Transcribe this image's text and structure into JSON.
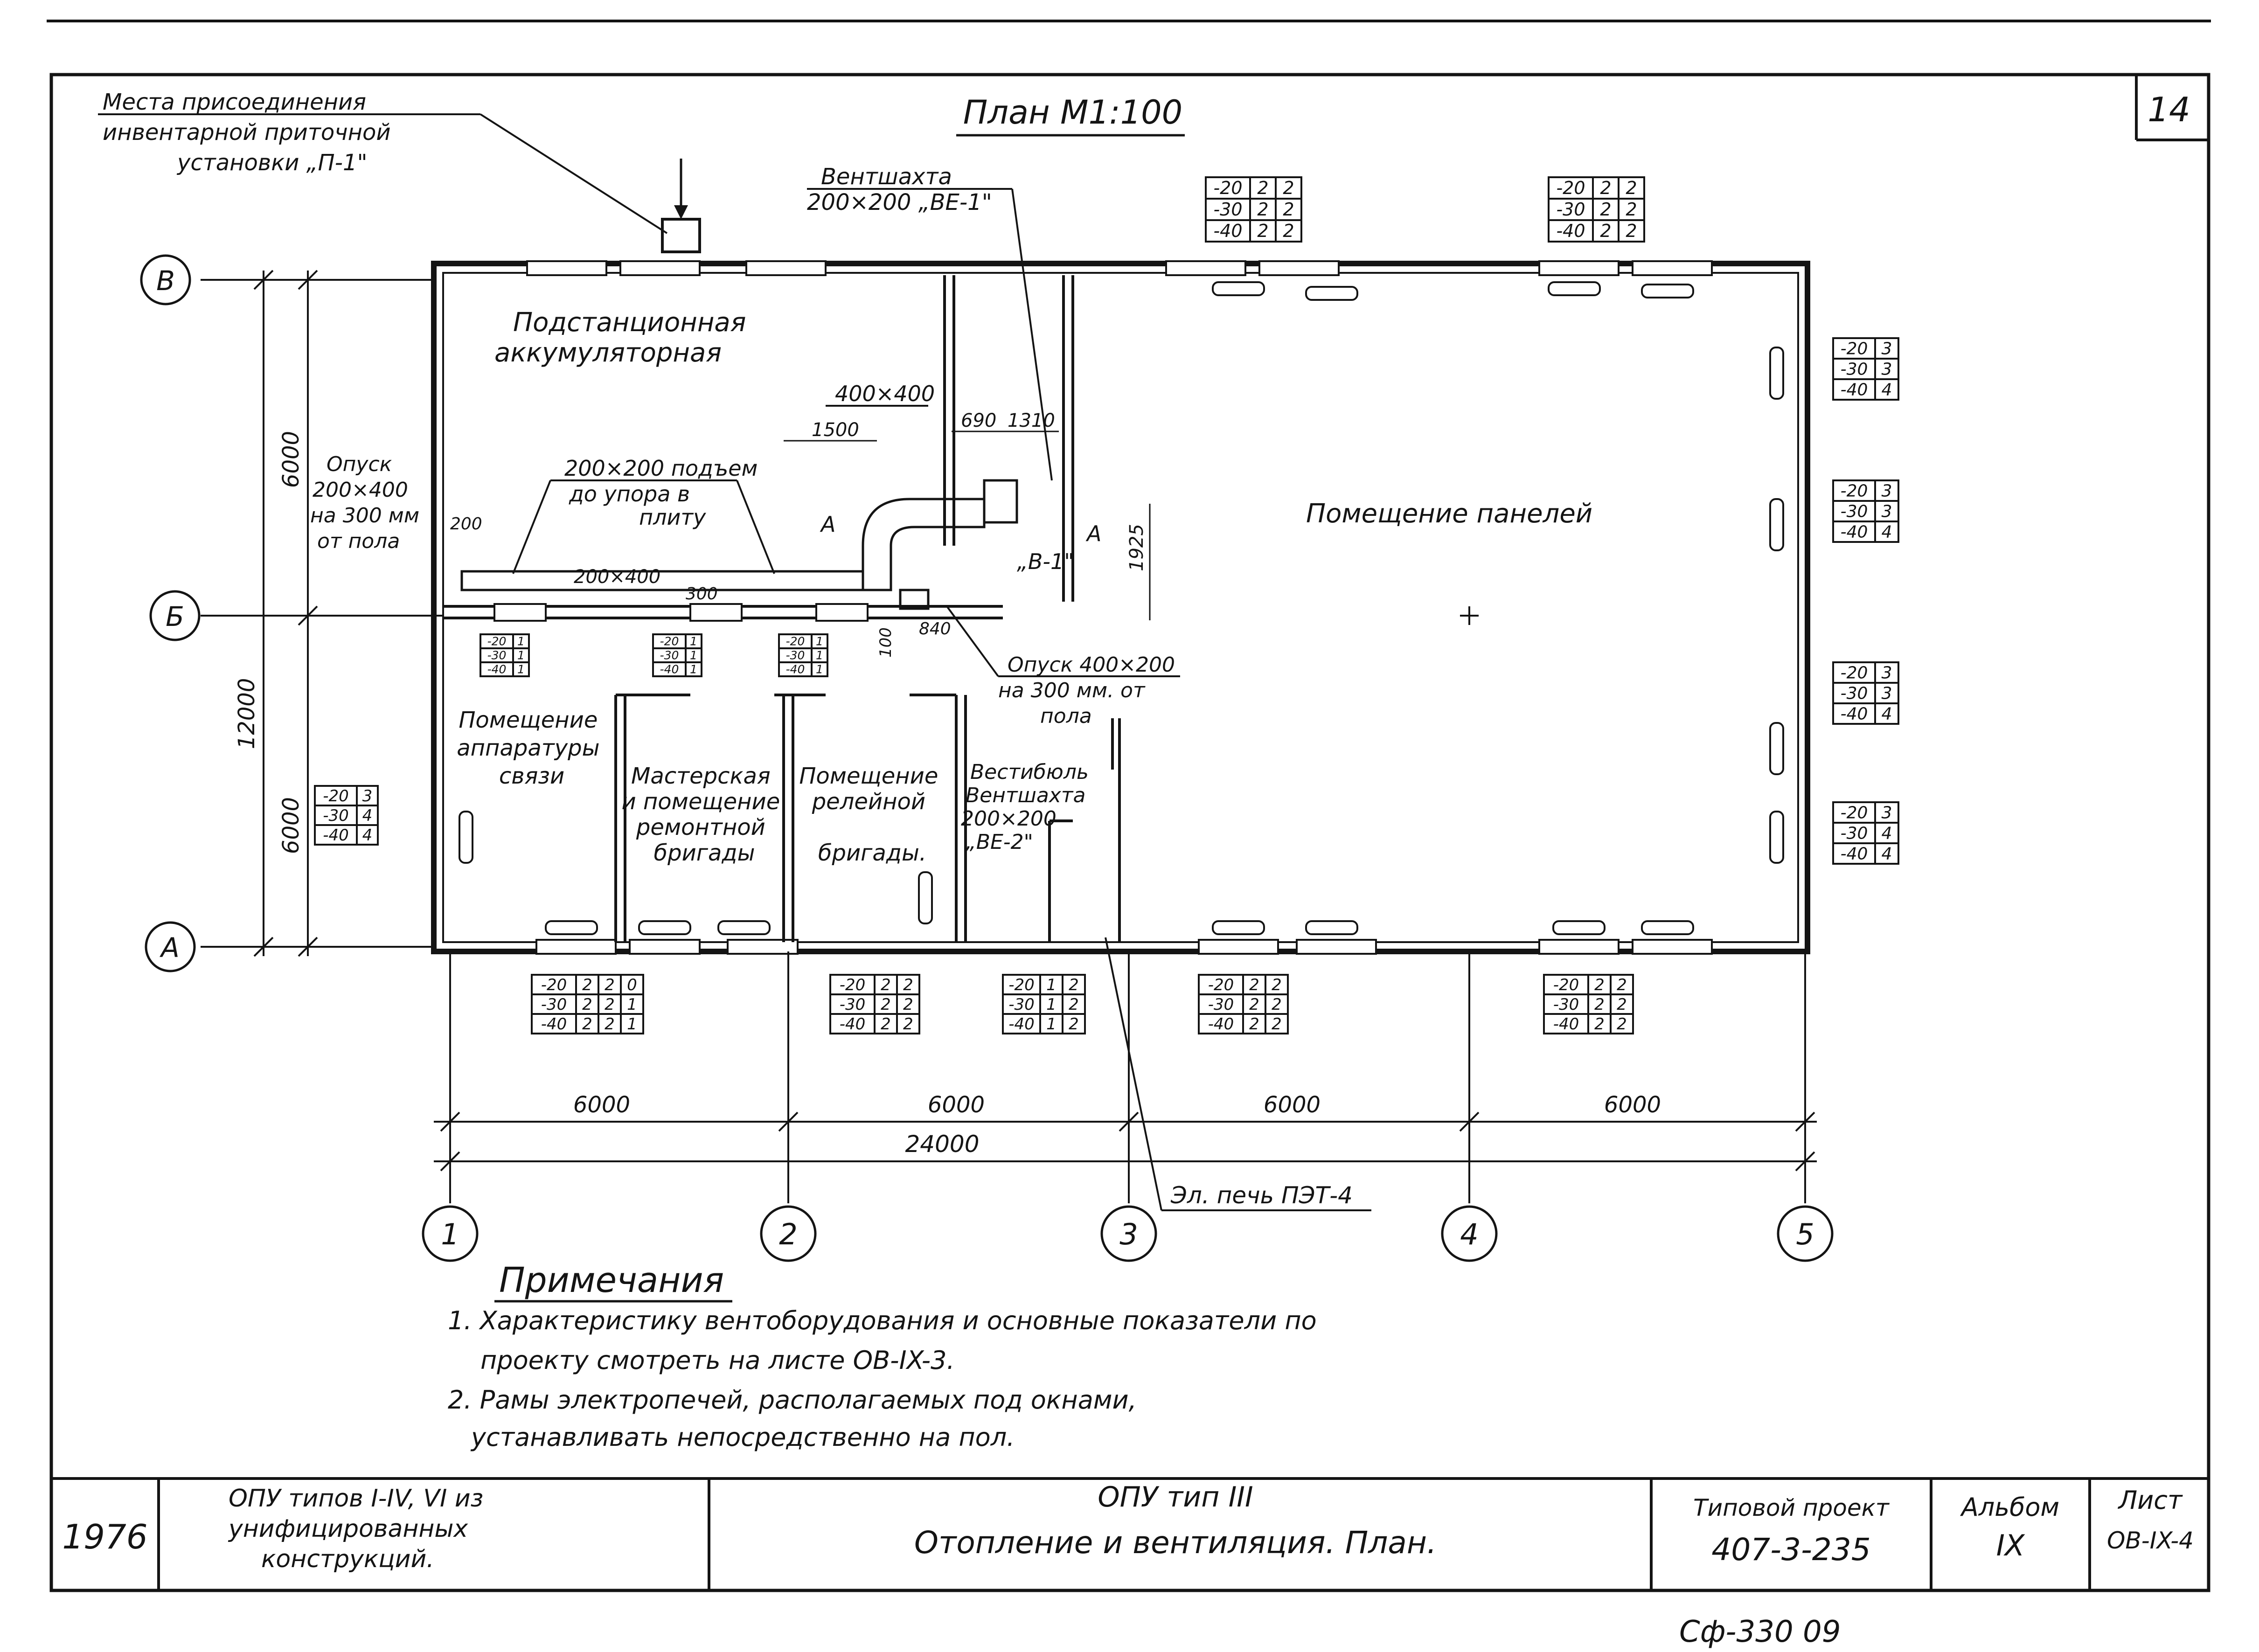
{
  "sheet_number": "14",
  "plan_title": "План М1:100",
  "attachment_note": [
    "Места присоединения",
    "инвентарной приточной",
    "установки „П-1\""
  ],
  "shaft_ve1": [
    "Вентшахта",
    "200×200 „ВЕ-1\""
  ],
  "axes": {
    "rows": [
      "В",
      "Б",
      "А"
    ],
    "columns": [
      "1",
      "2",
      "3",
      "4",
      "5"
    ]
  },
  "rooms": {
    "battery": [
      "Подстанционная",
      "аккумуляторная"
    ],
    "panels": "Помещение панелей",
    "comm": [
      "Помещение",
      "аппаратуры",
      "связи"
    ],
    "workshop": [
      "Мастерская",
      "и помещение",
      "ремонтной",
      "бригады"
    ],
    "relay": [
      "Помещение",
      "релейной",
      "бригады."
    ],
    "vestibule": [
      "Вестибюль",
      "Вентшахта",
      "200×200",
      "„ВЕ-2\""
    ]
  },
  "duct_labels": {
    "descent_left": [
      "Опуск",
      "200×400",
      "на 300 мм",
      "от пола"
    ],
    "riser": [
      "200×200 подъем",
      "до упора в",
      "плиту"
    ],
    "duct_main": "200×400",
    "duct_400": "400×400",
    "descent_right": [
      "Опуск 400×200",
      "на 300 мм. от",
      "пола"
    ],
    "v1": "„В-1\"",
    "section_mark": "А",
    "oven": "Эл. печь ПЭТ-4"
  },
  "dims": {
    "total_vertical": "12000",
    "half_vertical_top": "6000",
    "half_vertical_bottom": "6000",
    "bays": [
      "6000",
      "6000",
      "6000",
      "6000"
    ],
    "total": "24000",
    "d1500": "1500",
    "d690": "690",
    "d1310": "1310",
    "d1925": "1925",
    "d200": "200",
    "d300": "300",
    "d100": "100",
    "d840": "840"
  },
  "heater_tables": [
    {
      "rows": [
        [
          "-20",
          "2",
          "2"
        ],
        [
          "-30",
          "2",
          "2"
        ],
        [
          "-40",
          "2",
          "2"
        ]
      ]
    },
    {
      "rows": [
        [
          "-20",
          "2",
          "2"
        ],
        [
          "-30",
          "2",
          "2"
        ],
        [
          "-40",
          "2",
          "2"
        ]
      ]
    },
    {
      "rows": [
        [
          "-20",
          "3"
        ],
        [
          "-30",
          "3"
        ],
        [
          "-40",
          "4"
        ]
      ]
    },
    {
      "rows": [
        [
          "-20",
          "3"
        ],
        [
          "-30",
          "3"
        ],
        [
          "-40",
          "4"
        ]
      ]
    },
    {
      "rows": [
        [
          "-20",
          "3"
        ],
        [
          "-30",
          "3"
        ],
        [
          "-40",
          "4"
        ]
      ]
    },
    {
      "rows": [
        [
          "-20",
          "3"
        ],
        [
          "-30",
          "4"
        ],
        [
          "-40",
          "4"
        ]
      ]
    },
    {
      "rows": [
        [
          "-20",
          "3"
        ],
        [
          "-30",
          "4"
        ],
        [
          "-40",
          "4"
        ]
      ]
    },
    {
      "rows": [
        [
          "-20",
          "1"
        ],
        [
          "-30",
          "1"
        ],
        [
          "-40",
          "1"
        ]
      ]
    },
    {
      "rows": [
        [
          "-20",
          "1"
        ],
        [
          "-30",
          "1"
        ],
        [
          "-40",
          "1"
        ]
      ]
    },
    {
      "rows": [
        [
          "-20",
          "1"
        ],
        [
          "-30",
          "1"
        ],
        [
          "-40",
          "1"
        ]
      ]
    },
    {
      "rows": [
        [
          "-20",
          "2",
          "2",
          "0"
        ],
        [
          "-30",
          "2",
          "2",
          "1"
        ],
        [
          "-40",
          "2",
          "2",
          "1"
        ]
      ]
    },
    {
      "rows": [
        [
          "-20",
          "2",
          "2"
        ],
        [
          "-30",
          "2",
          "2"
        ],
        [
          "-40",
          "2",
          "2"
        ]
      ]
    },
    {
      "rows": [
        [
          "-20",
          "1",
          "2"
        ],
        [
          "-30",
          "1",
          "2"
        ],
        [
          "-40",
          "1",
          "2"
        ]
      ]
    },
    {
      "rows": [
        [
          "-20",
          "2",
          "2"
        ],
        [
          "-30",
          "2",
          "2"
        ],
        [
          "-40",
          "2",
          "2"
        ]
      ]
    },
    {
      "rows": [
        [
          "-20",
          "2",
          "2"
        ],
        [
          "-30",
          "2",
          "2"
        ],
        [
          "-40",
          "2",
          "2"
        ]
      ]
    }
  ],
  "notes": {
    "heading": "Примечания",
    "lines": [
      "1. Характеристику вентоборудования и основные показатели по",
      "проекту смотреть на листе ОВ-IX-3.",
      "2. Рамы электропечей, располагаемых под окнами,",
      "устанавливать непосредственно на пол."
    ]
  },
  "title_block": {
    "year": "1976",
    "series": [
      "ОПУ типов I-IV, VI из",
      "унифицированных",
      "конструкций."
    ],
    "type": "ОПУ тип III",
    "sheet_title": "Отопление и вентиляция. План.",
    "project_label": "Типовой проект",
    "project_no": "407-3-235",
    "album_label": "Альбом",
    "album_no": "IX",
    "sheet_label": "Лист",
    "sheet_code": "ОВ-IX-4"
  },
  "archive_code": "Сф-330 09"
}
